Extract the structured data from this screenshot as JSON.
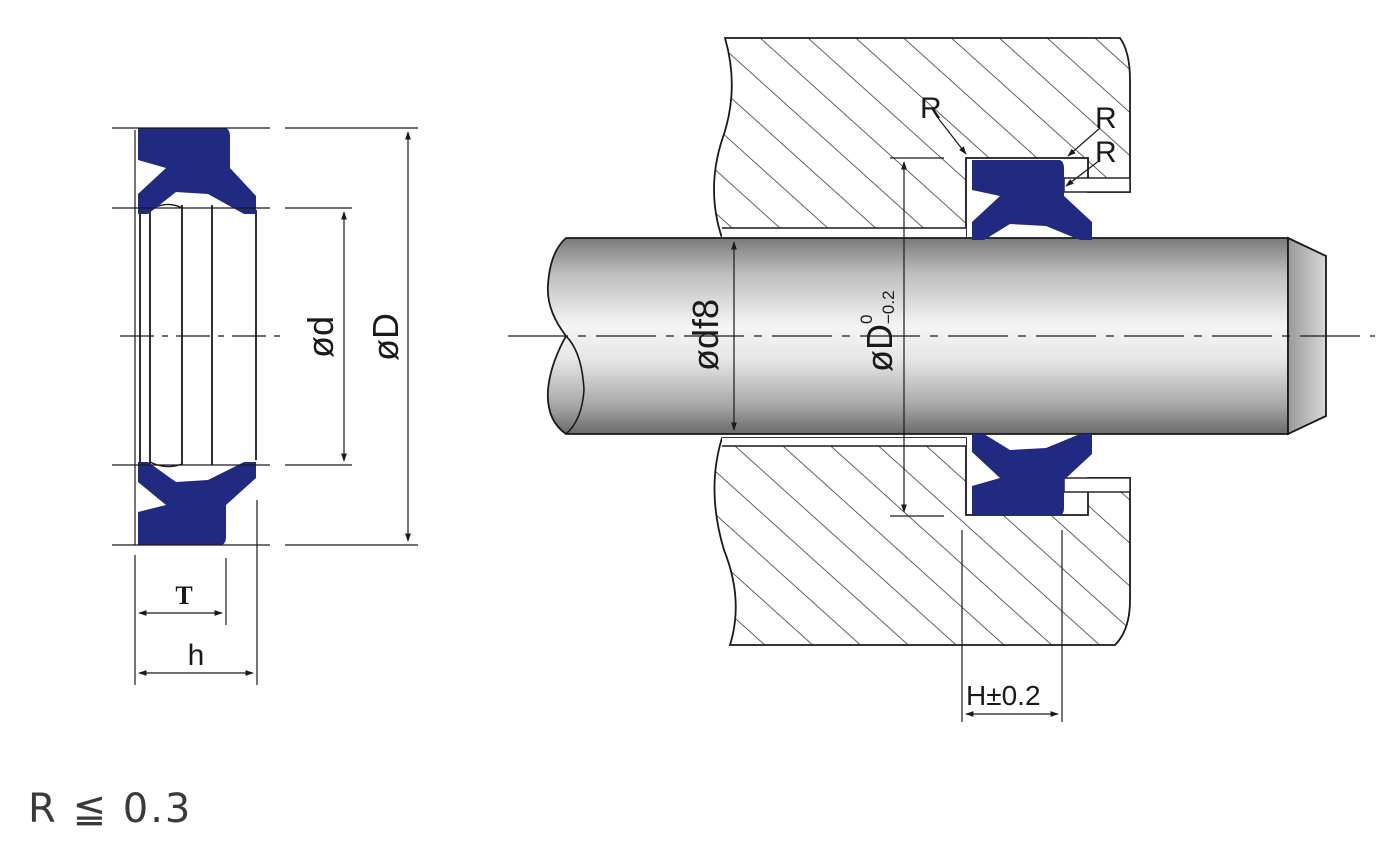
{
  "colors": {
    "seal": "#1f2a80",
    "line": "#1a1a1a",
    "hatch": "#3a3a3a",
    "rod_dark": "#6e6e6e",
    "rod_light": "#f4f4f4"
  },
  "left_view": {
    "dim_d": "ød",
    "dim_D": "øD",
    "dim_T": "T",
    "dim_h": "h"
  },
  "right_view": {
    "dim_rod": "ødf8",
    "dim_groove": "øD",
    "groove_tol_upper": "0",
    "groove_tol_lower": "−0.2",
    "radius_1": "R",
    "radius_2": "R",
    "radius_3": "R",
    "dim_H": "H±0.2"
  },
  "note": "R ≦ 0.3"
}
